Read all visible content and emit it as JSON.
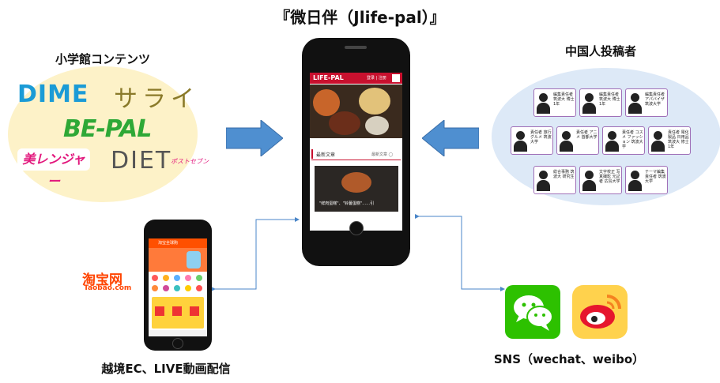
{
  "title": "『微日伴（Jlife-pal）』",
  "left_group": {
    "label": "小学館コンテンツ",
    "logos": {
      "dime": "DIME",
      "sarai": "サライ",
      "bepal": "BE-PAL",
      "biren": "美レンジャー",
      "diet": "DIET",
      "post": "ポストセブン"
    }
  },
  "right_group": {
    "label": "中国人投稿者",
    "contributors": [
      {
        "text": "編集責任者 筑波大 博士1年"
      },
      {
        "text": "編集責任者 筑波大 博士1年"
      },
      {
        "text": "編集責任者 アパバイザ 筑波大学"
      },
      {
        "text": "責任者 旅行 グルメ 筑波大学"
      },
      {
        "text": "責任者 アニメ 首都大学"
      },
      {
        "text": "責任者 コスメ ファッション 筑波大学"
      },
      {
        "text": "責任者 電化製品 日用品 筑波大 修士1年"
      },
      {
        "text": "総合事務 筑波大 研究生"
      },
      {
        "text": "文字校正 写真撮影 元記者 広島大学"
      },
      {
        "text": "テーマ編集 責任者 筑波大学"
      }
    ]
  },
  "main_phone": {
    "brand": "LIFE-PAL",
    "nav": "登录 | 注册",
    "section_title": "最新文章",
    "more": "最新文章 ◯",
    "caption": "\"鲜肉蛋糕\"、\"铃薯蛋糕\"……引"
  },
  "small_phone": {
    "header": "淘宝全球购"
  },
  "taobao": {
    "cn": "淘宝网",
    "en": "Taobao.com"
  },
  "bottom_left_label": "越境EC、LIVE動画配信",
  "bottom_right_label": "SNS（wechat、weibo）",
  "colors": {
    "arrow": "#4f8fd0",
    "left_oval": "#fdf2c8",
    "right_oval": "#dde9f7",
    "connector": "#4a86c8"
  }
}
